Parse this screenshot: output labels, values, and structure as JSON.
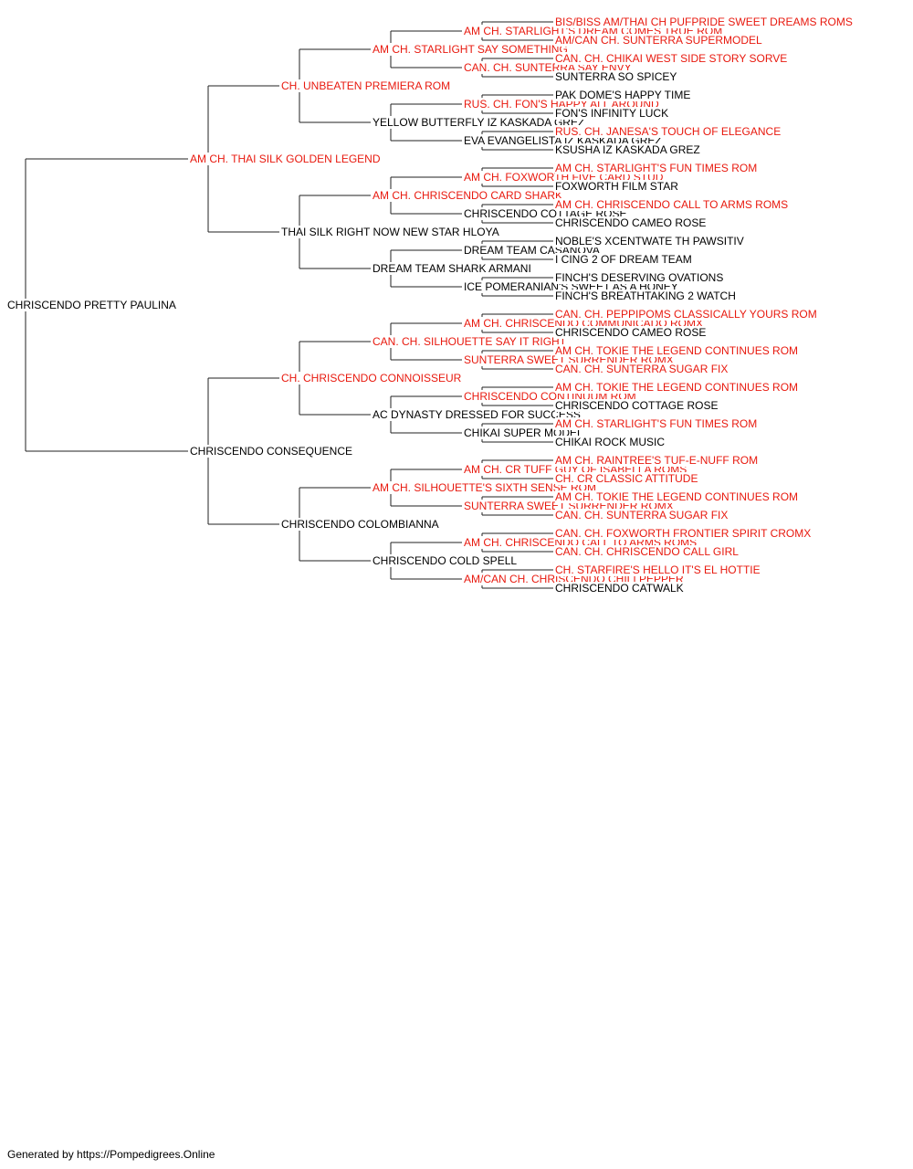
{
  "pedigree": {
    "subject": "CHRISCENDO PRETTY PAULINA",
    "generations": [
      [
        {
          "name": "AM CH. THAI SILK GOLDEN LEGEND",
          "champion": true
        },
        {
          "name": "CHRISCENDO CONSEQUENCE",
          "champion": false
        }
      ],
      [
        {
          "name": "CH. UNBEATEN PREMIERA ROM",
          "champion": true
        },
        {
          "name": "THAI SILK RIGHT NOW NEW STAR HLOYA",
          "champion": false
        },
        {
          "name": "CH. CHRISCENDO CONNOISSEUR",
          "champion": true
        },
        {
          "name": "CHRISCENDO COLOMBIANNA",
          "champion": false
        }
      ],
      [
        {
          "name": "AM CH. STARLIGHT SAY SOMETHING",
          "champion": true
        },
        {
          "name": "YELLOW BUTTERFLY IZ KASKADA GREZ",
          "champion": false
        },
        {
          "name": "AM CH. CHRISCENDO CARD SHARK",
          "champion": true
        },
        {
          "name": "DREAM TEAM SHARK ARMANI",
          "champion": false
        },
        {
          "name": "CAN. CH. SILHOUETTE SAY IT RIGHT",
          "champion": true
        },
        {
          "name": "AC DYNASTY DRESSED FOR SUCCESS",
          "champion": false
        },
        {
          "name": "AM CH. SILHOUETTE'S SIXTH SENSE ROM",
          "champion": true
        },
        {
          "name": "CHRISCENDO COLD SPELL",
          "champion": false
        }
      ],
      [
        {
          "name": "AM CH. STARLIGHT'S DREAM COMES TRUE ROM",
          "champion": true
        },
        {
          "name": "CAN. CH. SUNTERRA SAY ENVY",
          "champion": true
        },
        {
          "name": "RUS. CH. FON'S HAPPY ALL AROUND",
          "champion": true
        },
        {
          "name": "EVA EVANGELISTA IZ KASKADA GREZ",
          "champion": false
        },
        {
          "name": "AM CH. FOXWORTH FIVE CARD STUD",
          "champion": true
        },
        {
          "name": "CHRISCENDO COTTAGE ROSE",
          "champion": false
        },
        {
          "name": "DREAM TEAM CASANOVA",
          "champion": false
        },
        {
          "name": "ICE POMERANIAN'S SWEET AS A HONEY",
          "champion": false
        },
        {
          "name": "AM CH. CHRISCENDO COMMUNICADO ROMX",
          "champion": true
        },
        {
          "name": "SUNTERRA SWEET SURRENDER ROMX",
          "champion": true
        },
        {
          "name": "CHRISCENDO CONTINUUM ROM",
          "champion": true
        },
        {
          "name": "CHIKAI SUPER MODEL",
          "champion": false
        },
        {
          "name": "AM CH. CR TUFF GUY OF ISABELLA ROMS",
          "champion": true
        },
        {
          "name": "SUNTERRA SWEET SURRENDER ROMX",
          "champion": true
        },
        {
          "name": "AM CH. CHRISCENDO CALL TO ARMS ROMS",
          "champion": true
        },
        {
          "name": "AM/CAN CH. CHRISCENDO CHILI PEPPER",
          "champion": true
        }
      ],
      [
        {
          "name": "BIS/BISS AM/THAI CH PUFPRIDE SWEET DREAMS ROMS",
          "champion": true
        },
        {
          "name": "AM/CAN CH. SUNTERRA SUPERMODEL",
          "champion": true
        },
        {
          "name": "CAN. CH. CHIKAI WEST SIDE STORY SORVE",
          "champion": true
        },
        {
          "name": "SUNTERRA SO SPICEY",
          "champion": false
        },
        {
          "name": "PAK DOME'S HAPPY TIME",
          "champion": false
        },
        {
          "name": "FON'S INFINITY LUCK",
          "champion": false
        },
        {
          "name": "RUS. CH. JANESA'S TOUCH OF ELEGANCE",
          "champion": true
        },
        {
          "name": "KSUSHA IZ KASKADA GREZ",
          "champion": false
        },
        {
          "name": "AM CH. STARLIGHT'S FUN TIMES ROM",
          "champion": true
        },
        {
          "name": "FOXWORTH FILM STAR",
          "champion": false
        },
        {
          "name": "AM CH. CHRISCENDO CALL TO ARMS ROMS",
          "champion": true
        },
        {
          "name": "CHRISCENDO CAMEO ROSE",
          "champion": false
        },
        {
          "name": "NOBLE'S XCENTWATE TH PAWSITIV",
          "champion": false
        },
        {
          "name": "I CING 2 OF DREAM TEAM",
          "champion": false
        },
        {
          "name": "FINCH'S DESERVING OVATIONS",
          "champion": false
        },
        {
          "name": "FINCH'S BREATHTAKING 2 WATCH",
          "champion": false
        },
        {
          "name": "CAN. CH. PEPPIPOMS CLASSICALLY YOURS ROM",
          "champion": true
        },
        {
          "name": "CHRISCENDO CAMEO ROSE",
          "champion": false
        },
        {
          "name": "AM CH. TOKIE THE LEGEND CONTINUES ROM",
          "champion": true
        },
        {
          "name": "CAN. CH. SUNTERRA SUGAR FIX",
          "champion": true
        },
        {
          "name": "AM CH. TOKIE THE LEGEND CONTINUES ROM",
          "champion": true
        },
        {
          "name": "CHRISCENDO COTTAGE ROSE",
          "champion": false
        },
        {
          "name": "AM CH. STARLIGHT'S FUN TIMES ROM",
          "champion": true
        },
        {
          "name": "CHIKAI ROCK MUSIC",
          "champion": false
        },
        {
          "name": "AM CH. RAINTREE'S TUF-E-NUFF ROM",
          "champion": true
        },
        {
          "name": "CH. CR CLASSIC ATTITUDE",
          "champion": true
        },
        {
          "name": "AM CH. TOKIE THE LEGEND CONTINUES ROM",
          "champion": true
        },
        {
          "name": "CAN. CH. SUNTERRA SUGAR FIX",
          "champion": true
        },
        {
          "name": "CAN. CH. FOXWORTH FRONTIER SPIRIT CROMX",
          "champion": true
        },
        {
          "name": "CAN. CH. CHRISCENDO CALL GIRL",
          "champion": true
        },
        {
          "name": "CH. STARFIRE'S HELLO IT'S EL HOTTIE",
          "champion": true
        },
        {
          "name": "CHRISCENDO CATWALK",
          "champion": false
        }
      ]
    ]
  },
  "footer": "Generated by https://Pompedigrees.Online",
  "colors": {
    "champion_text": "#e8190e",
    "normal_text": "#000000",
    "connector_line": "#222222"
  }
}
